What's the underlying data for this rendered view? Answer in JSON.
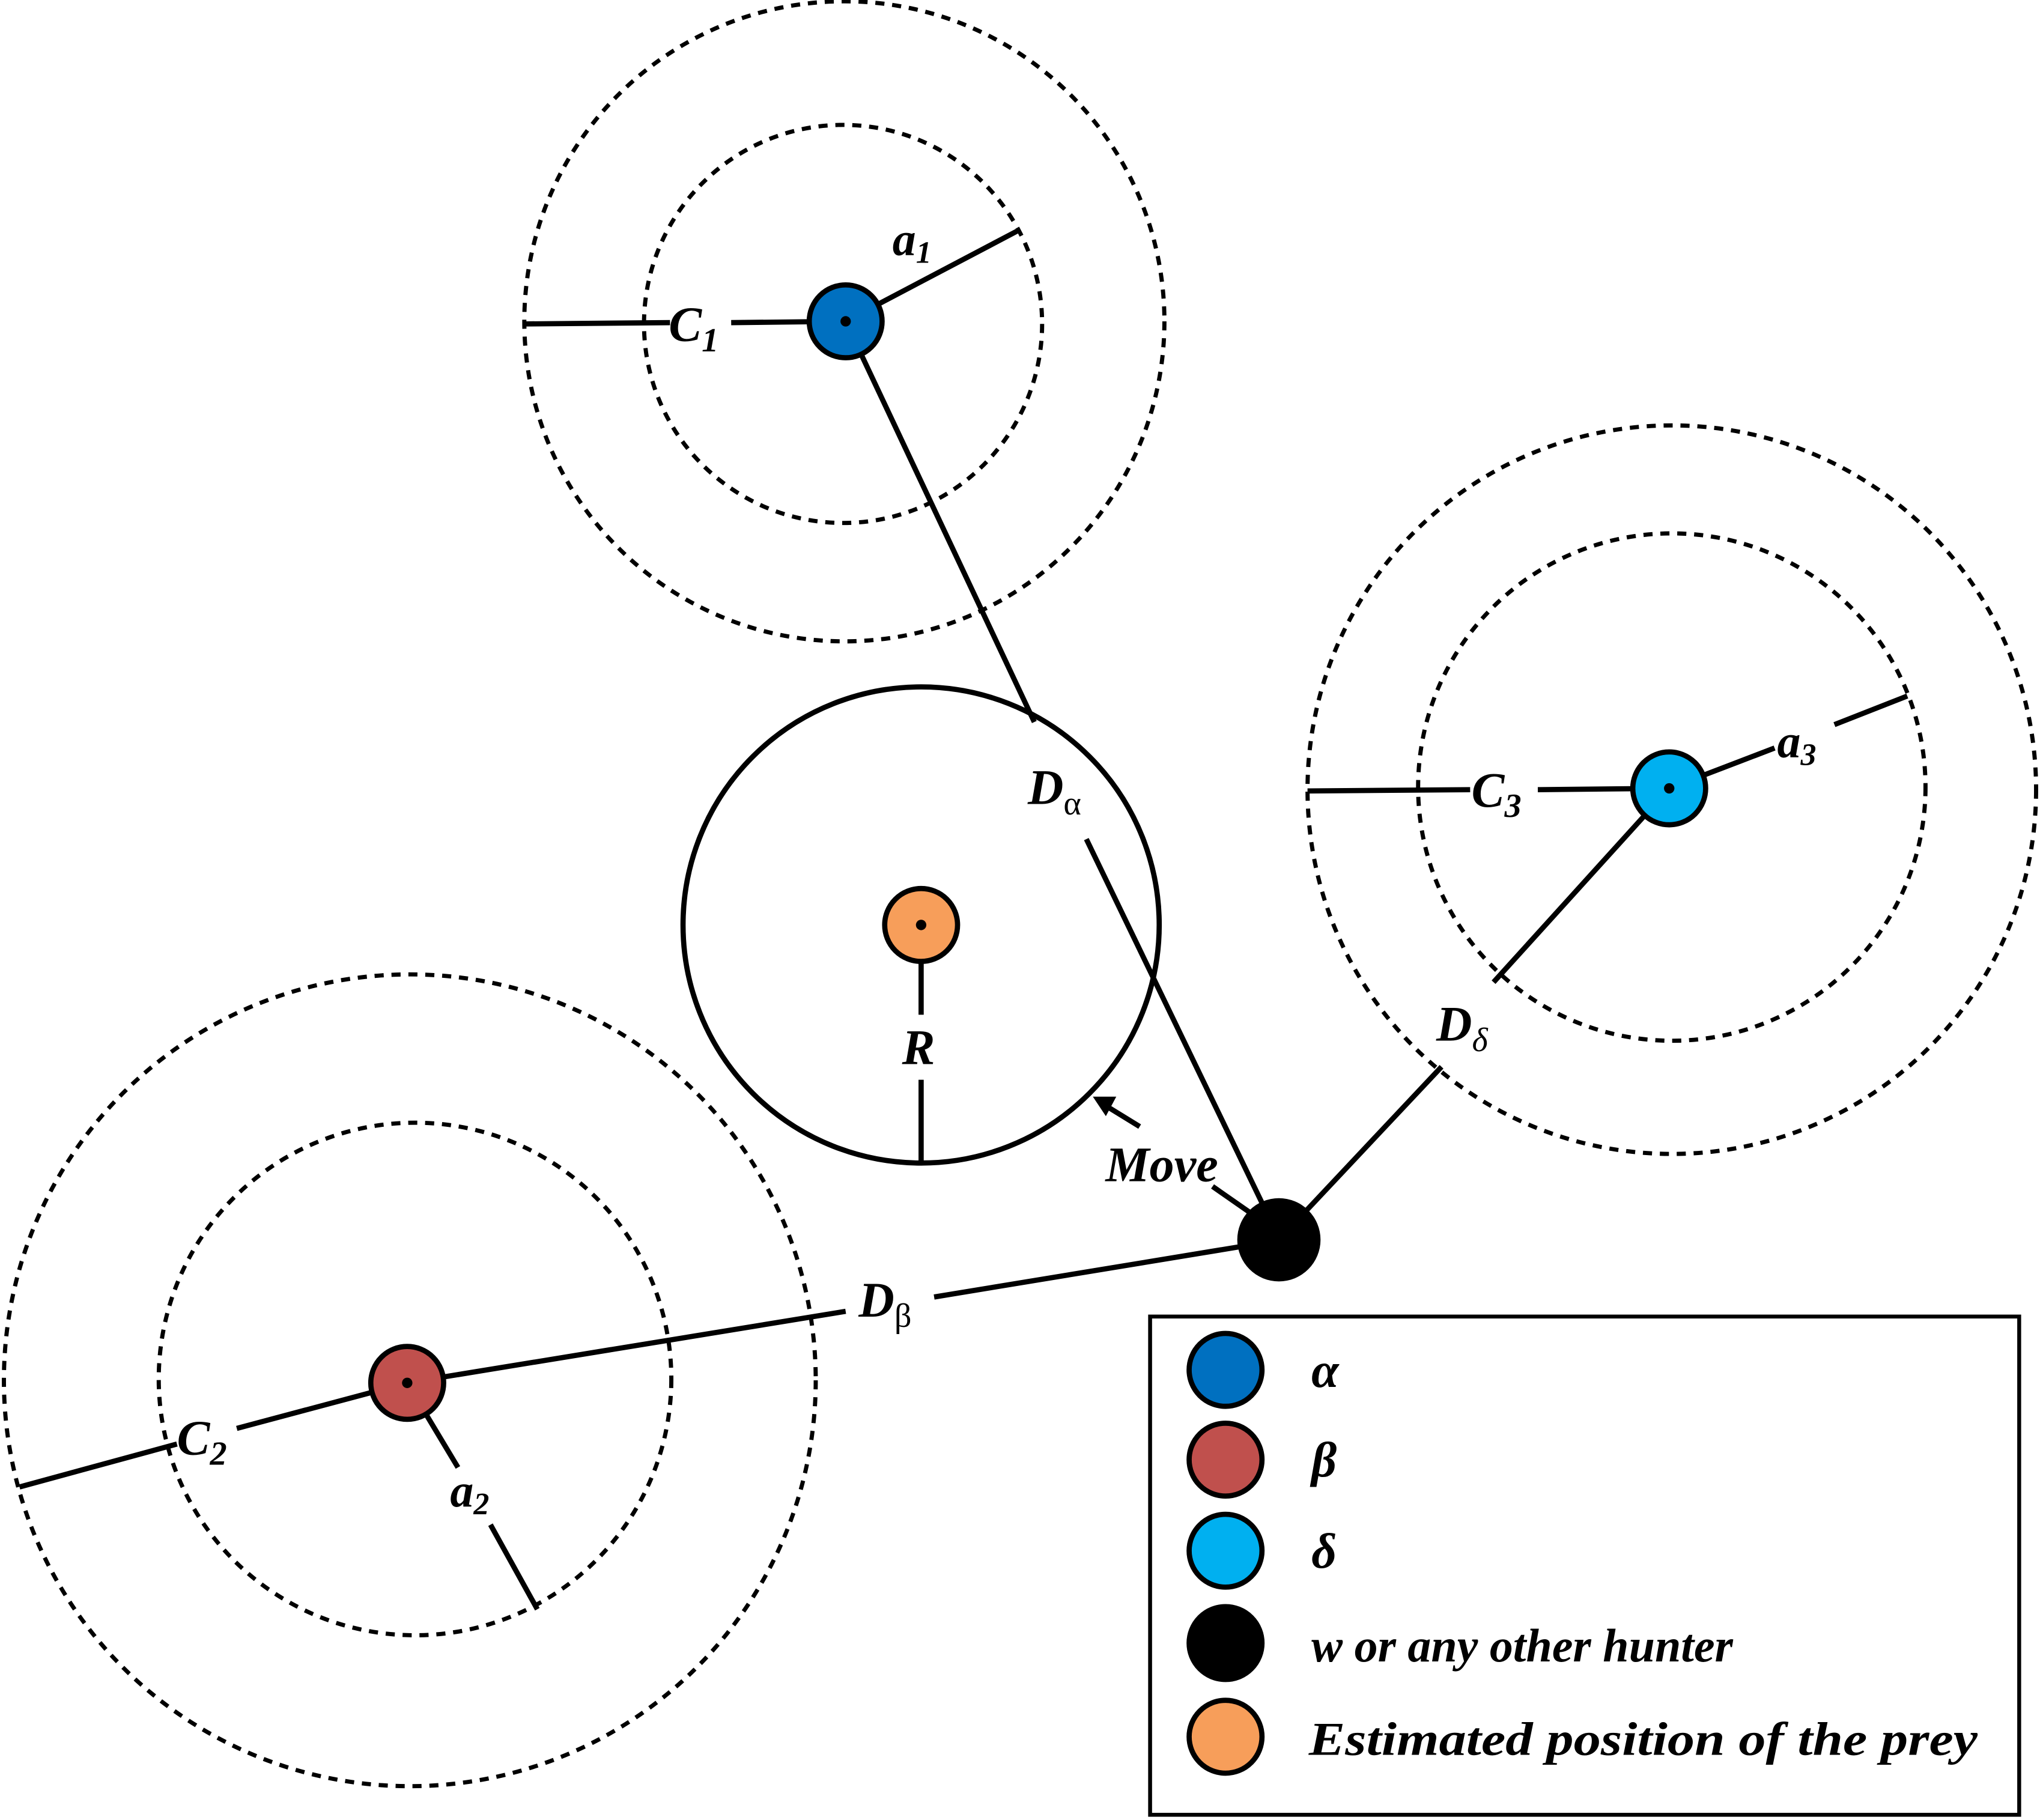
{
  "colors": {
    "alpha": "#0070c0",
    "beta": "#c0504d",
    "delta": "#00b0f0",
    "hunter": "#000000",
    "prey": "#f79e5a"
  },
  "labels": {
    "a1": {
      "base": "a",
      "sub": "1"
    },
    "a2": {
      "base": "a",
      "sub": "2"
    },
    "a3": {
      "base": "a",
      "sub": "3"
    },
    "c1": {
      "base": "C",
      "sub": "1"
    },
    "c2": {
      "base": "C",
      "sub": "2"
    },
    "c3": {
      "base": "C",
      "sub": "3"
    },
    "d_alpha": {
      "base": "D",
      "sub": "α"
    },
    "d_beta": {
      "base": "D",
      "sub": "β"
    },
    "d_delta": {
      "base": "D",
      "sub": "δ"
    },
    "r": "R",
    "move": "Move"
  },
  "legend": [
    {
      "label": "α",
      "color": "#0070c0"
    },
    {
      "label": "β",
      "color": "#c0504d"
    },
    {
      "label": "δ",
      "color": "#00b0f0"
    },
    {
      "label": "w or any other hunter",
      "color": "#000000"
    },
    {
      "label": "Estimated position of the prey",
      "color": "#f79e5a"
    }
  ]
}
